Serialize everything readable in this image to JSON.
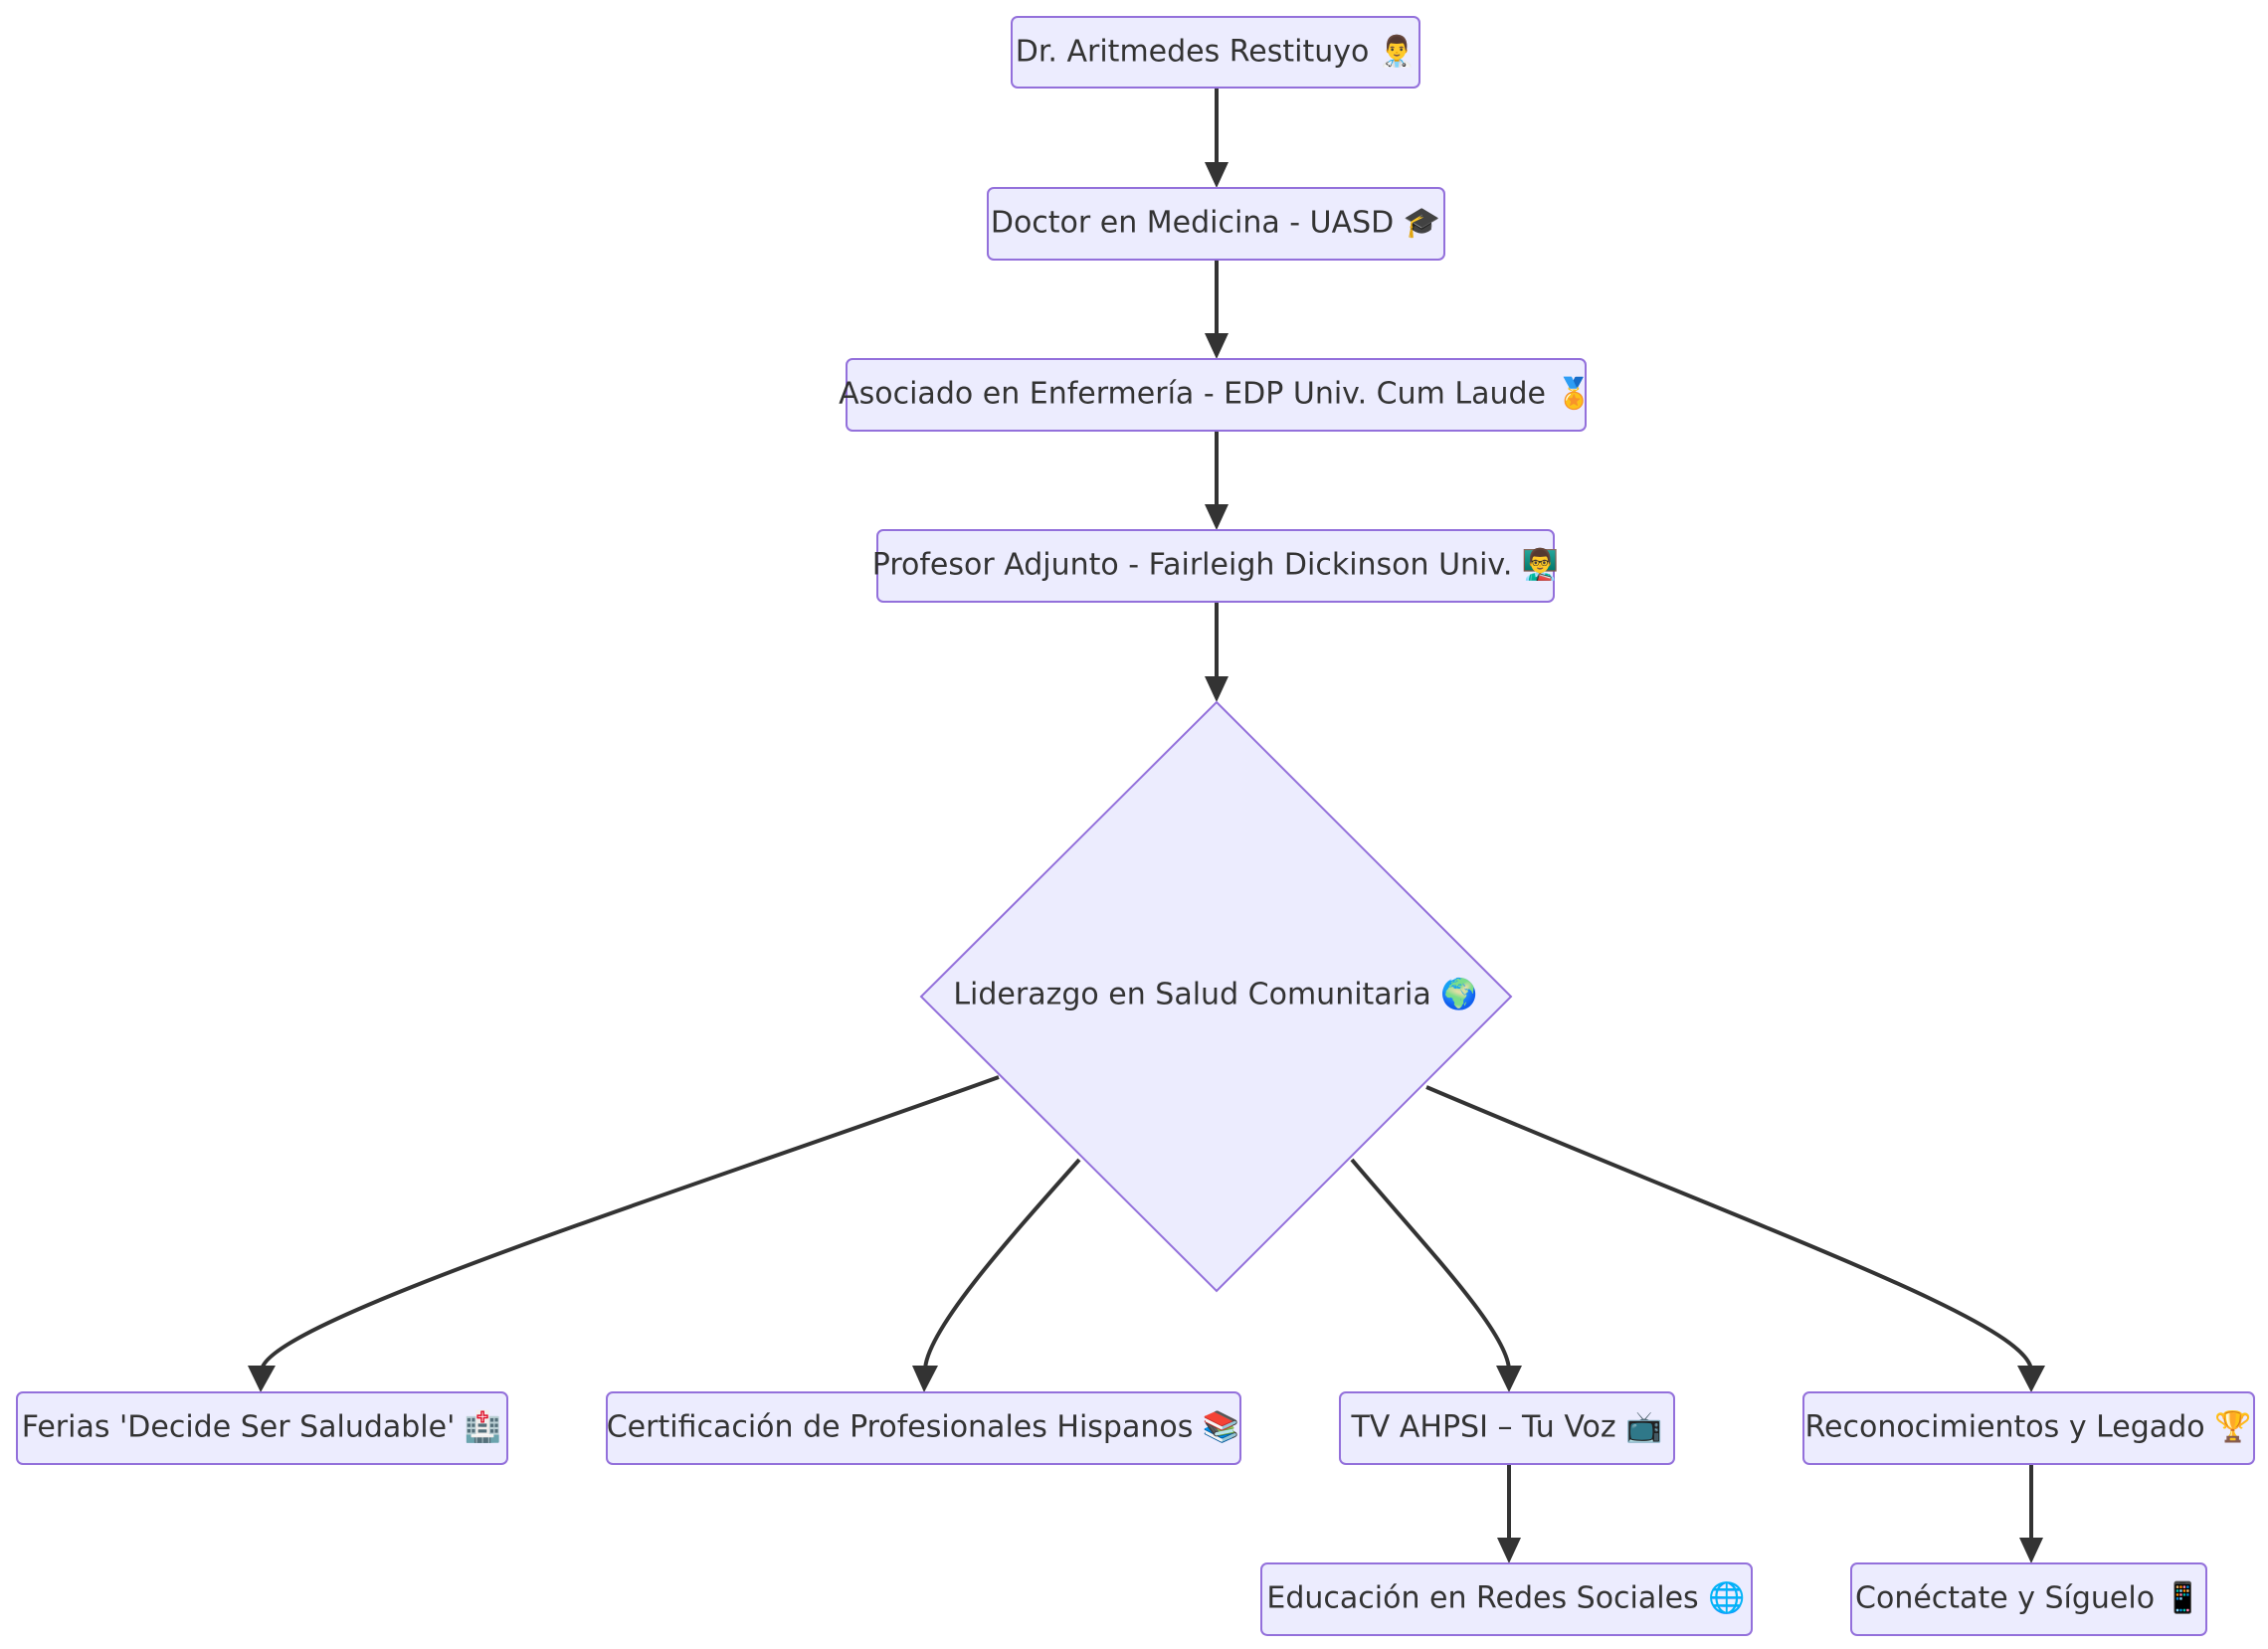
{
  "nodes": {
    "doctor": {
      "label": "Dr. Aritmedes Restituyo 👨‍⚕️"
    },
    "medicina": {
      "label": "Doctor en Medicina - UASD 🎓"
    },
    "enfermeria": {
      "label": "Asociado en Enfermería - EDP Univ. Cum Laude 🏅"
    },
    "profesor": {
      "label": "Profesor Adjunto - Fairleigh Dickinson Univ. 👨‍🏫"
    },
    "liderazgo": {
      "label": "Liderazgo en Salud Comunitaria 🌍"
    },
    "ferias": {
      "label": "Ferias 'Decide Ser Saludable' 🏥"
    },
    "certificacion": {
      "label": "Certificación de Profesionales Hispanos 📚"
    },
    "tv": {
      "label": "TV AHPSI – Tu Voz 📺"
    },
    "reconocimientos": {
      "label": "Reconocimientos y Legado 🏆"
    },
    "educacion": {
      "label": "Educación en Redes Sociales 🌐"
    },
    "conectate": {
      "label": "Conéctate y Síguelo 📱"
    }
  },
  "colors": {
    "node_fill": "#ececfe",
    "node_stroke": "#9370db",
    "edge": "#333333",
    "text": "#333333"
  }
}
